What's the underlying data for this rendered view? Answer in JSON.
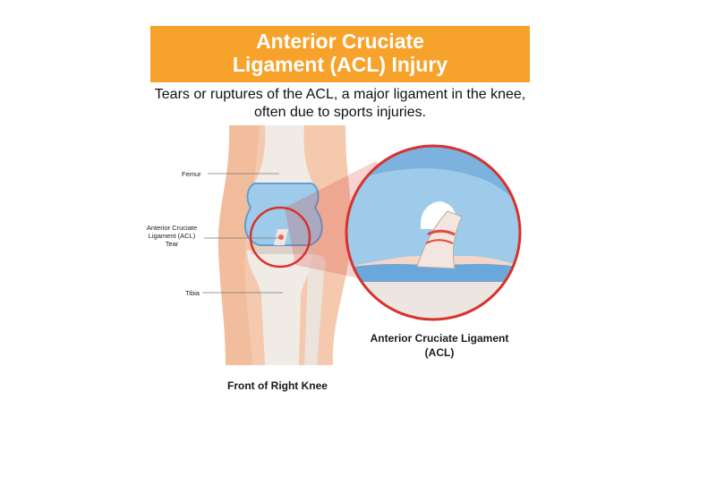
{
  "header": {
    "title_line1": "Anterior Cruciate",
    "title_line2": "Ligament (ACL) Injury",
    "subtitle_line1": "Tears or ruptures of the ACL, a major ligament in the knee,",
    "subtitle_line2": "often due to sports injuries."
  },
  "labels": {
    "femur": "Femur",
    "acl_line1": "Anterior Cruciate",
    "acl_line2": "Ligament (ACL)",
    "acl_line3": "Tear",
    "tibia": "Tibia"
  },
  "captions": {
    "knee": "Front of Right Knee",
    "acl_line1": "Anterior Cruciate Ligament",
    "acl_line2": "(ACL)"
  },
  "colors": {
    "banner": "#f7a22b",
    "skin": "#f5c9ad",
    "bone": "#f1ebe6",
    "cartilage": "#9ecbea",
    "cartilage_dark": "#5f9fd3",
    "magnifier": "#d8322f",
    "tear": "#e8473d"
  }
}
